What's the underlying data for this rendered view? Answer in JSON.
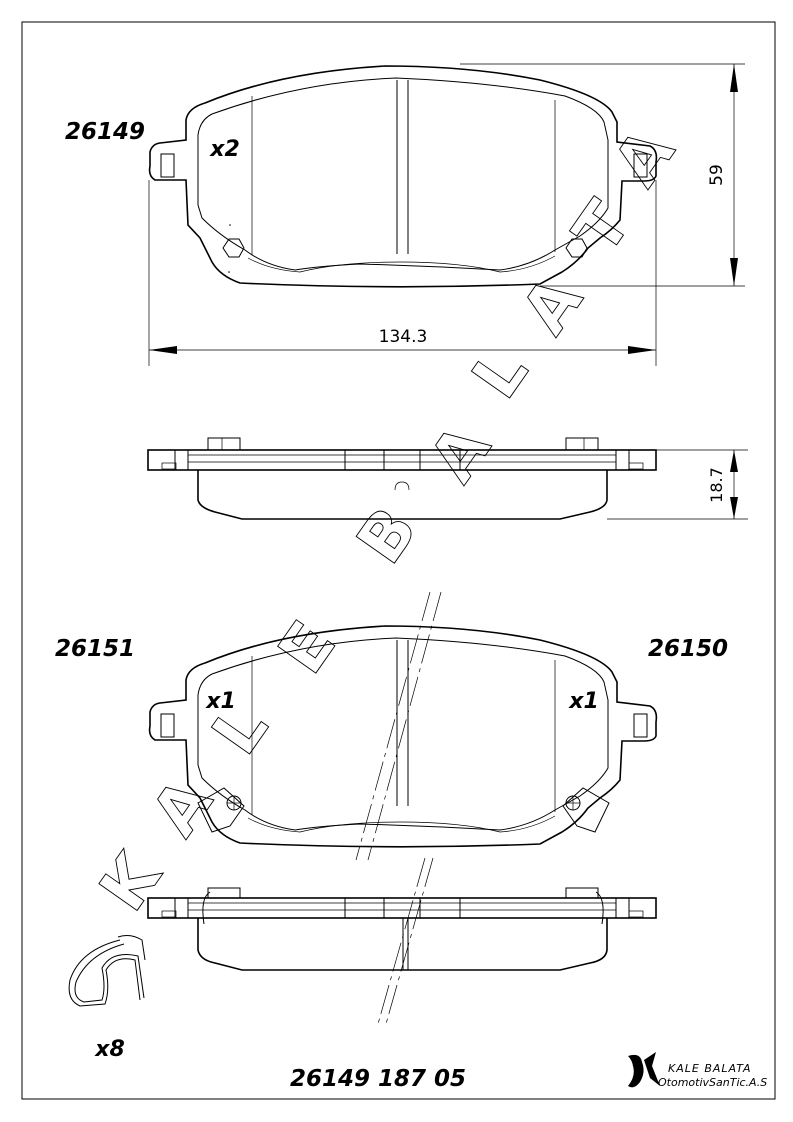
{
  "labels": {
    "top_part": "26149",
    "top_qty": "x2",
    "left_part": "26151",
    "right_part": "26150",
    "left_qty": "x1",
    "right_qty": "x1",
    "clip_qty": "x8",
    "footer_code": "26149 187 05"
  },
  "dimensions": {
    "height": "59",
    "width": "134.3",
    "thickness": "18.7"
  },
  "brand": {
    "line1": "KALE BALATA",
    "line2": "OtomotivSanTic.A.S"
  },
  "watermark": {
    "letters": [
      "K",
      "A",
      "L",
      "E",
      "B",
      "A",
      "L",
      "A",
      "T",
      "A"
    ]
  }
}
